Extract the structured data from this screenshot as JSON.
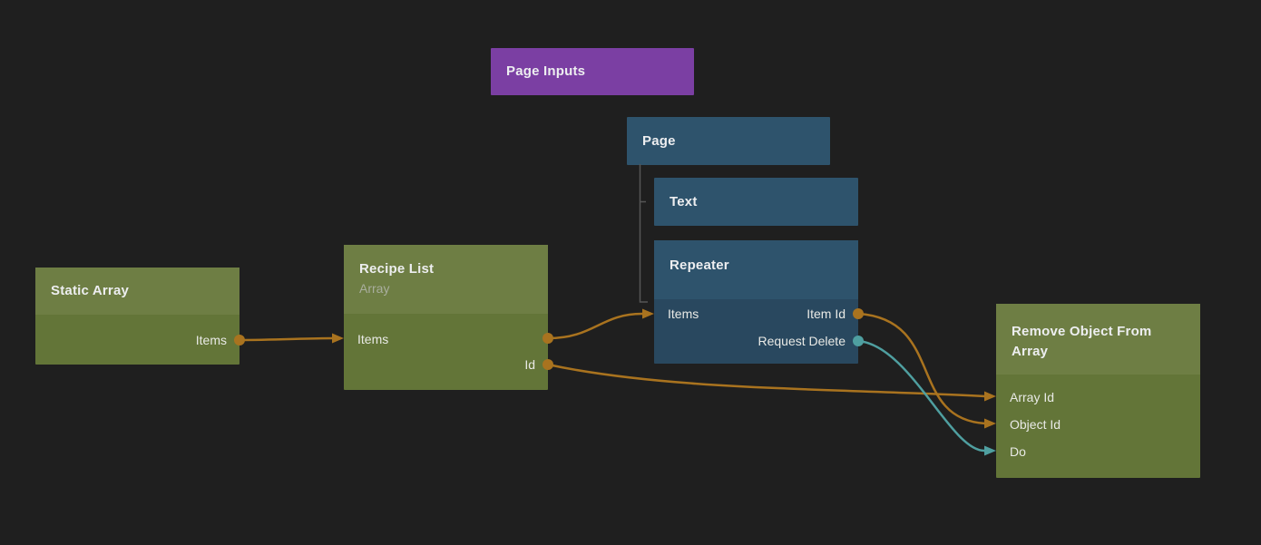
{
  "colors": {
    "background": "#1f1f1f",
    "purple": "#7b3fa3",
    "blue_header": "#2e536c",
    "blue_body": "#29485f",
    "green_header": "#6e7e44",
    "green_body": "#637538",
    "orange": "#a9731f",
    "teal": "#4f9fa0",
    "tree_line": "#565656",
    "title_text": "#edeef0",
    "subtitle_text": "#a9ae9e",
    "port_text": "#e9eae6"
  },
  "nodes": {
    "page_inputs": {
      "title": "Page Inputs"
    },
    "page": {
      "title": "Page"
    },
    "text": {
      "title": "Text"
    },
    "repeater": {
      "title": "Repeater",
      "ports": [
        {
          "left": "Items",
          "right": "Item Id"
        },
        {
          "left": "",
          "right": "Request Delete"
        }
      ]
    },
    "static_array": {
      "title": "Static Array",
      "ports": [
        {
          "left": "",
          "right": "Items"
        }
      ]
    },
    "recipe_list": {
      "title": "Recipe List",
      "subtitle": "Array",
      "ports": [
        {
          "left": "Items",
          "right": ""
        },
        {
          "left": "",
          "right": "Id"
        }
      ]
    },
    "remove_object": {
      "title": "Remove Object From Array",
      "ports": [
        {
          "left": "Array Id"
        },
        {
          "left": "Object Id"
        },
        {
          "left": "Do"
        }
      ]
    }
  },
  "connections": [
    {
      "id": "static-array-items-to-recipe-list-items",
      "color": "#a9731f"
    },
    {
      "id": "recipe-list-items-to-repeater-items",
      "color": "#a9731f"
    },
    {
      "id": "recipe-list-id-to-remove-array-id",
      "color": "#a9731f"
    },
    {
      "id": "repeater-item-id-to-remove-object-id",
      "color": "#a9731f"
    },
    {
      "id": "repeater-request-delete-to-remove-do",
      "color": "#4f9fa0"
    }
  ]
}
